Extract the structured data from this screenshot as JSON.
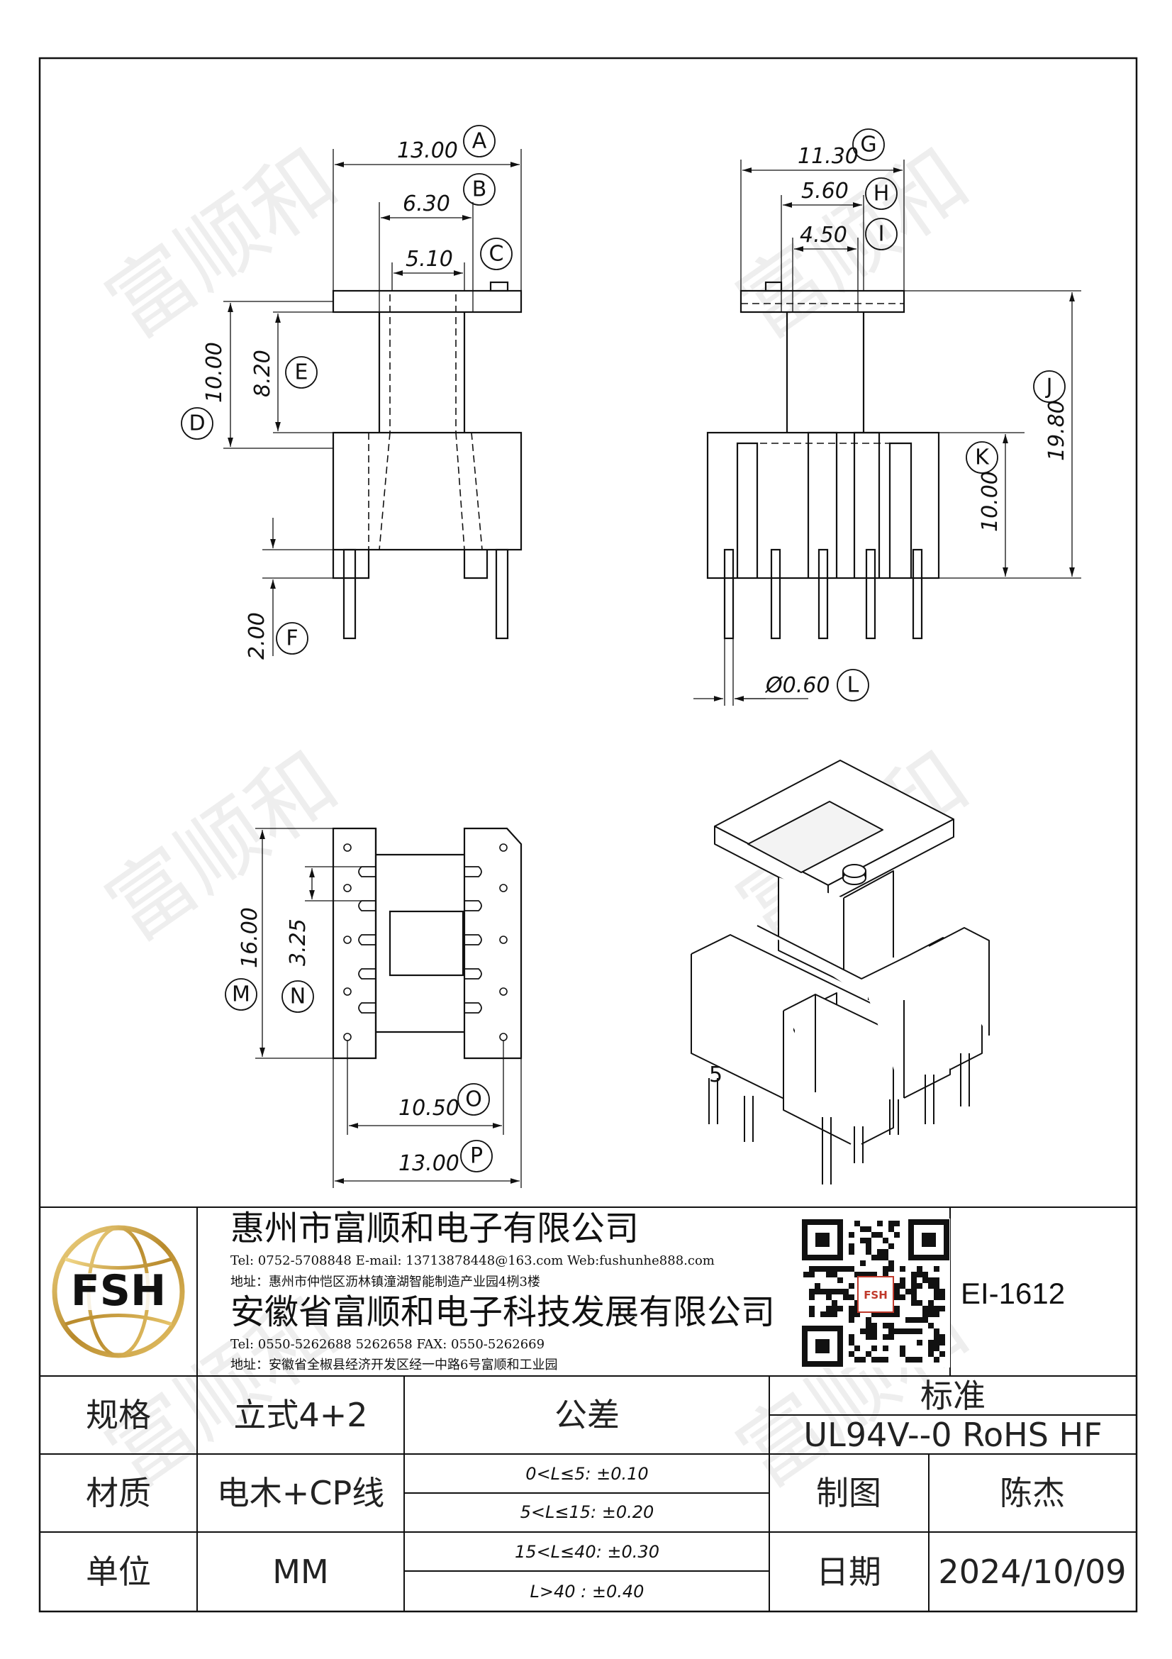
{
  "drawing": {
    "top_left_view": {
      "dims": [
        {
          "value": "13.00",
          "label": "A"
        },
        {
          "value": "6.30",
          "label": "B"
        },
        {
          "value": "5.10",
          "label": "C"
        },
        {
          "value": "10.00",
          "label": "D"
        },
        {
          "value": "8.20",
          "label": "E"
        },
        {
          "value": "2.00",
          "label": "F"
        }
      ]
    },
    "top_right_view": {
      "dims": [
        {
          "value": "11.30",
          "label": "G"
        },
        {
          "value": "5.60",
          "label": "H"
        },
        {
          "value": "4.50",
          "label": "I"
        },
        {
          "value": "19.80",
          "label": "J"
        },
        {
          "value": "10.00",
          "label": "K"
        },
        {
          "value": "Ø0.60",
          "label": "L"
        }
      ]
    },
    "bottom_view": {
      "dims": [
        {
          "value": "16.00",
          "label": "M"
        },
        {
          "value": "3.25",
          "label": "N"
        },
        {
          "value": "10.50",
          "label": "O"
        },
        {
          "value": "13.00",
          "label": "P"
        }
      ]
    },
    "iso_view": {
      "pin_marker": "5"
    },
    "watermark": "富顺和"
  },
  "title_block": {
    "logo_text": "FSH",
    "company1": "惠州市富顺和电子有限公司",
    "company1_contact": "Tel: 0752-5708848  E-mail: 13713878448@163.com  Web:fushunhe888.com",
    "company1_address": "地址：惠州市仲恺区沥林镇潼湖智能制造产业园4栵3楼",
    "company2": "安徽省富顺和电子科技发展有限公司",
    "company2_contact": "Tel:  0550-5262688  5262658      FAX:  0550-5262669",
    "company2_address": "地址：安徽省全椒县经济开发区经一中路6号富顺和工业园",
    "qr_badge": "FSH",
    "part_number": "EI-1612",
    "spec_label": "规格",
    "spec_value": "立式4+2",
    "material_label": "材质",
    "material_value": "电木+CP线",
    "unit_label": "单位",
    "unit_value": "MM",
    "tolerance_label": "公差",
    "tolerances": [
      "0<L≤5: ±0.10",
      "5<L≤15: ±0.20",
      "15<L≤40: ±0.30",
      "L>40 :  ±0.40"
    ],
    "standard_label": "标准",
    "standard_value": "UL94V--0  RoHS HF",
    "drawn_label": "制图",
    "drawn_value": "陈杰",
    "date_label": "日期",
    "date_value": "2024/10/09"
  }
}
